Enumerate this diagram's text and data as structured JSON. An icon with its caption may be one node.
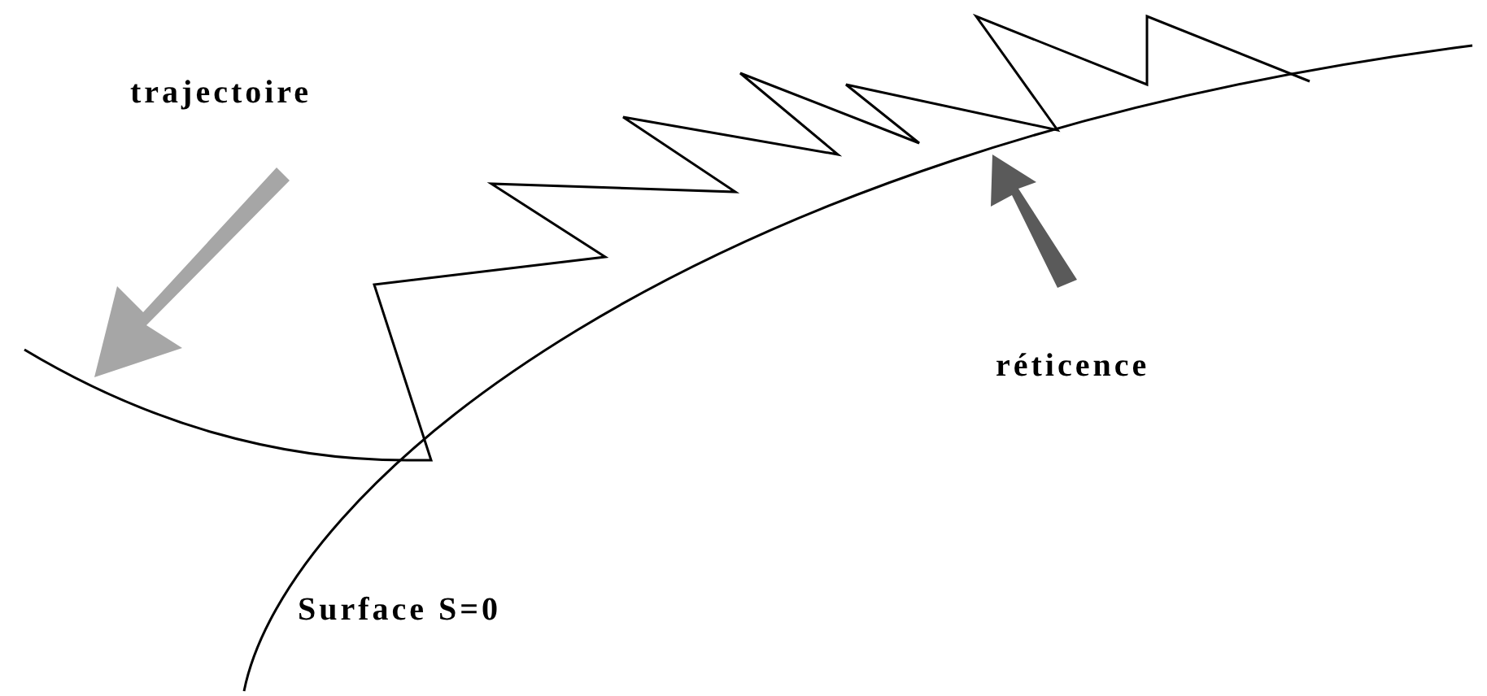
{
  "diagram": {
    "labels": [
      "trajectoire",
      "réticence",
      "Surface S=0"
    ]
  }
}
